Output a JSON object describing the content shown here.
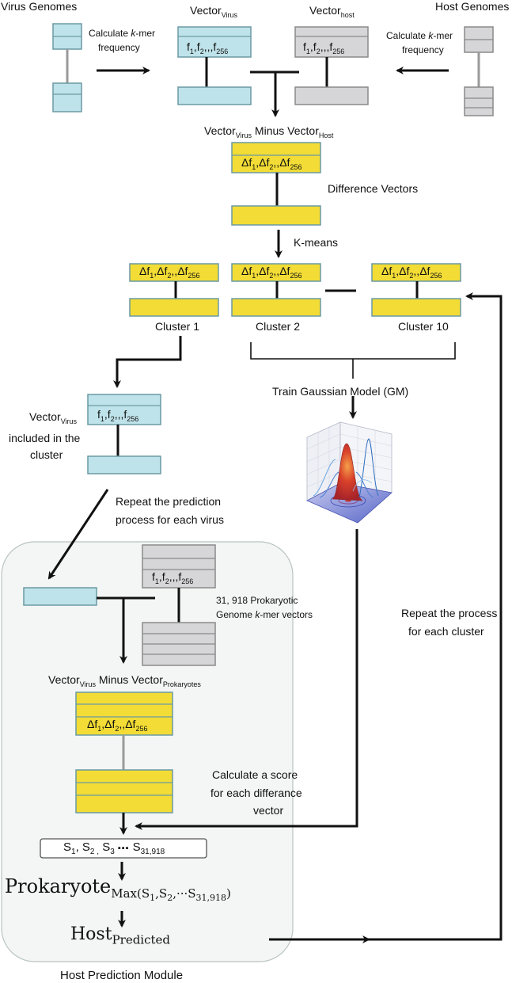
{
  "colors": {
    "virus": "#bfe3ea",
    "host": "#d6d6d8",
    "diff": "#f2dc35",
    "border": "#6b9aa4",
    "module_bg": "#f3f6f4"
  },
  "labels": {
    "virus_genomes": "Virus Genomes",
    "host_genomes": "Host Genomes",
    "calc_kmer_left_1": "Calculate ",
    "calc_kmer_left_k": "k",
    "calc_kmer_left_2": "-mer",
    "calc_kmer_left_3": "frequency",
    "calc_kmer_right_1": "Calculate ",
    "calc_kmer_right_k": "k",
    "calc_kmer_right_2": "-mer",
    "calc_kmer_right_3": "frequency",
    "vector": "Vector",
    "virus_sub": "Virus",
    "host_sub": "host",
    "host_sub_cap": "Host",
    "minus_vector": " Minus Vector",
    "feature_f": "f",
    "sub1": "1",
    "sub2": "2",
    "sub256": "256",
    "comma": ",",
    "commas": ",,,",
    "delta_f": "Δf",
    "delta_commas": ",,",
    "difference_vectors": "Difference Vectors",
    "kmeans": "K-means",
    "cluster1": "Cluster 1",
    "cluster2": "Cluster 2",
    "cluster10": "Cluster 10",
    "train_gm": "Train Gaussian Model (GM)",
    "included_1": "included in the",
    "included_2": "cluster",
    "repeat_pred_1": "Repeat the prediction",
    "repeat_pred_2": "process for each virus",
    "prok_1": "31, 918 Prokaryotic",
    "prok_2a": "Genome ",
    "prok_2k": "k",
    "prok_2b": "-mer vectors",
    "prokaryotes_sub": "Prokaryotes",
    "repeat_cluster_1": "Repeat the process",
    "repeat_cluster_2": "for each cluster",
    "score_1": "Calculate a score",
    "score_2": "for each differance",
    "score_3": "vector",
    "scores_s1": "S",
    "scores_text_a": "S",
    "scores_sub1": "1",
    "scores_sep1": ", S",
    "scores_sub2": "2 ,",
    "scores_s3": " S",
    "scores_sub3": "3",
    "scores_dots": " ▪▪▪ ",
    "scores_sN": "S",
    "scores_subN": "31,918",
    "prokaryote": "Prokaryote",
    "max_expr_a": "Max(S",
    "max_sub1": "1",
    "max_expr_b": ",S",
    "max_sub2": "2",
    "max_expr_c": ",···S",
    "max_subN": "31,918",
    "max_expr_d": ")",
    "host": "Host",
    "predicted": "Predicted",
    "module_title": "Host Prediction Module"
  }
}
